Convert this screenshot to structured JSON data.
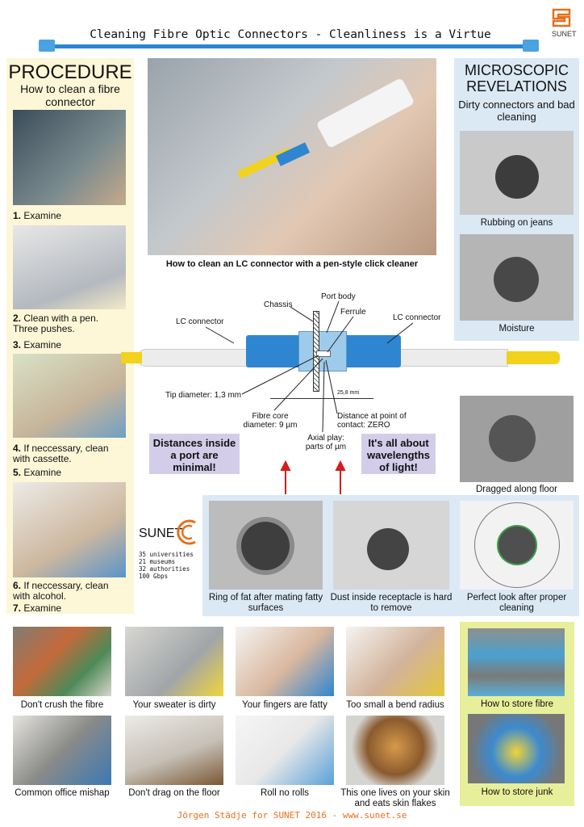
{
  "header": {
    "title": "Cleaning Fibre Optic Connectors - Cleanliness is a Virtue",
    "logo_text": "SUNET"
  },
  "procedure": {
    "title": "PROCEDURE",
    "subtitle": "How to clean a fibre connector",
    "steps": [
      {
        "num": "1.",
        "text": "Examine"
      },
      {
        "num": "2.",
        "text": "Clean with a pen. Three pushes."
      },
      {
        "num": "3.",
        "text": "Examine"
      },
      {
        "num": "4.",
        "text": "If neccessary, clean with cassette."
      },
      {
        "num": "5.",
        "text": "Examine"
      },
      {
        "num": "6.",
        "text": "If neccessary, clean with alcohol."
      },
      {
        "num": "7.",
        "text": "Examine"
      }
    ]
  },
  "hero": {
    "caption": "How to clean an LC connector with a pen-style click cleaner"
  },
  "diagram": {
    "labels": {
      "chassis": "Chassis",
      "port_body": "Port body",
      "ferrule": "Ferrule",
      "lc_left": "LC connector",
      "lc_right": "LC connector",
      "tip": "Tip diameter: 1,3 mm",
      "dim": "25,8 mm",
      "core": "Fibre core diameter: 9 µm",
      "distance": "Distance at point of contact: ZERO",
      "axial": "Axial play: parts of µm"
    },
    "callout_left": "Distances inside a port are minimal!",
    "callout_right": "It's all about wavelengths of light!"
  },
  "microscopic": {
    "title": "MICROSCOPIC REVELATIONS",
    "subtitle": "Dirty connectors and bad cleaning",
    "items": [
      {
        "caption": "Rubbing on jeans"
      },
      {
        "caption": "Moisture"
      },
      {
        "caption": "Dragged along floor"
      }
    ],
    "bottom_items": [
      {
        "caption": "Ring of fat after mating fatty surfaces"
      },
      {
        "caption": "Dust inside receptacle is hard to remove"
      },
      {
        "caption": "Perfect look after proper cleaning"
      }
    ]
  },
  "sunet_info": {
    "logo": "SUNET",
    "lines": [
      "35 universities",
      "21 museums",
      "32 authorities",
      "100 Gbps"
    ]
  },
  "mishaps": [
    {
      "caption": "Don't crush the fibre"
    },
    {
      "caption": "Your sweater is dirty"
    },
    {
      "caption": "Your fingers are fatty"
    },
    {
      "caption": "Too small a bend radius"
    },
    {
      "caption": "Common office mishap"
    },
    {
      "caption": "Don't drag on the floor"
    },
    {
      "caption": "Roll no rolls"
    },
    {
      "caption": "This one lives on your skin and eats skin flakes"
    }
  ],
  "storage": [
    {
      "caption": "How to store fibre"
    },
    {
      "caption": "How to store junk"
    }
  ],
  "footer": "Jörgen Städje for SUNET 2016 - www.sunet.se",
  "colors": {
    "accent": "#e4701e",
    "cream": "#fdf7d8",
    "blue": "#dbe9f5",
    "green": "#e8ef9a",
    "purple": "#d3cde9",
    "connector": "#2f86d0"
  }
}
